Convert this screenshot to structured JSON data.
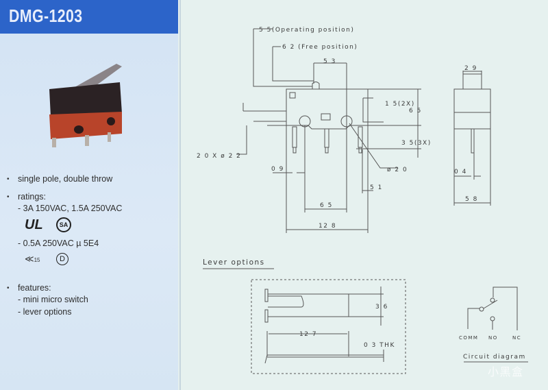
{
  "header": {
    "title": "DMG-1203"
  },
  "specs": {
    "spdt": "single pole, double throw",
    "ratings_label": "ratings:",
    "rating1": "- 3A 150VAC, 1.5A 250VAC",
    "rating2": "- 0.5A 250VAC µ 5E4",
    "enec_number": "15",
    "ul_mark": "UL",
    "csa_mark": "SA",
    "d_mark": "D",
    "features_label": "features:",
    "feature1": "- mini micro switch",
    "feature2": "- lever options"
  },
  "drawing": {
    "operating": "5 5(Operating position)",
    "free": "6 2 (Free position)",
    "d53": "5 3",
    "d15": "1 5(2X)",
    "d65v": "6 5",
    "d35": "3 5(3X)",
    "holes": "2 0 X ø 2 2",
    "d09": "0 9",
    "d20": "ø 2 0",
    "d51": "5 1",
    "d65h": "6 5",
    "d128": "12 8",
    "d29": "2 9",
    "d04": "0 4",
    "d58": "5 8"
  },
  "lever": {
    "title": "Lever options",
    "d36": "3 6",
    "d127": "12 7",
    "thk": "0 3  THK"
  },
  "circuit": {
    "title": "Circuit diagram",
    "comm": "COMM",
    "no": "NO",
    "nc": "NC"
  },
  "watermark": "小黑盒"
}
